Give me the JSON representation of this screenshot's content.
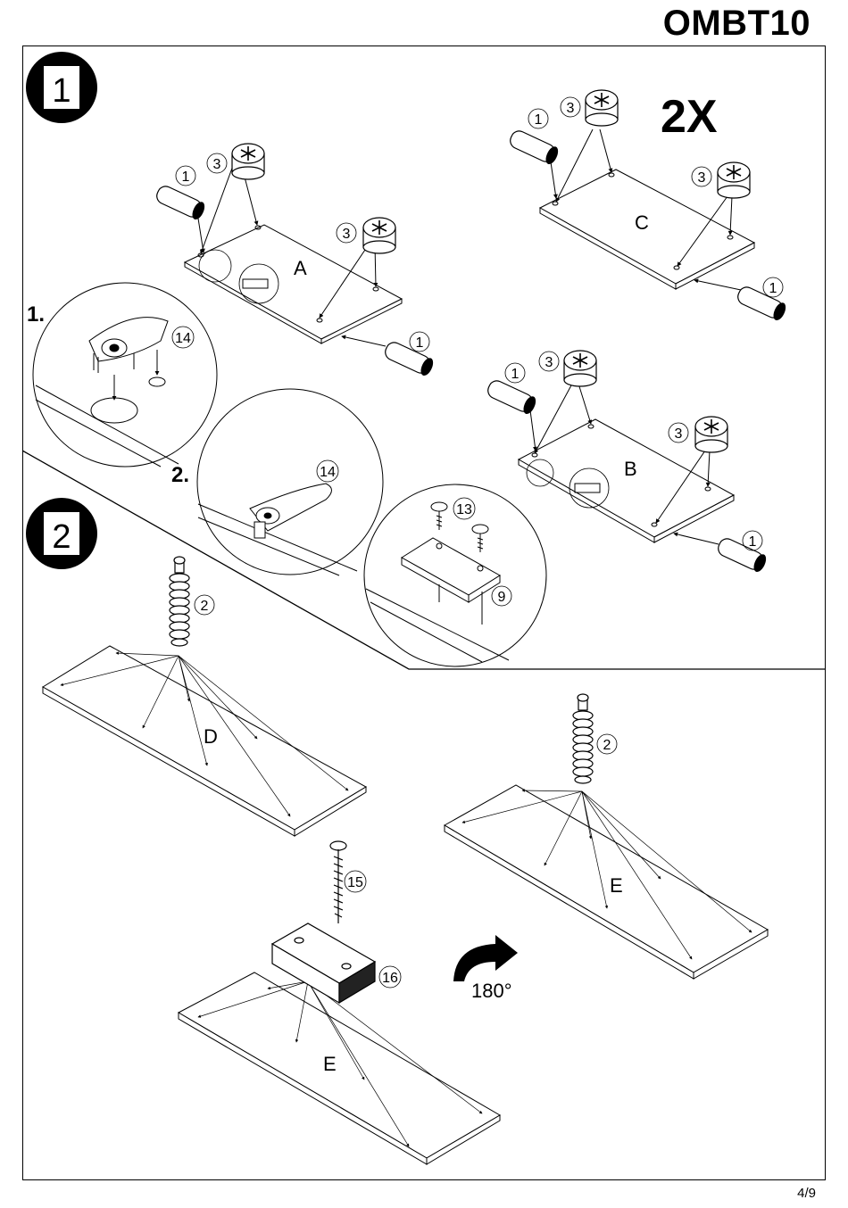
{
  "header": {
    "model_code": "OMBT10"
  },
  "steps": [
    {
      "number": "1",
      "multiplier": "2X",
      "substeps": [
        "1.",
        "2."
      ]
    },
    {
      "number": "2",
      "rotation": "180°"
    }
  ],
  "panels": {
    "a": "A",
    "b": "B",
    "c": "C",
    "d": "D",
    "e1": "E",
    "e2": "E"
  },
  "part_numbers": {
    "cam_dowel": "1",
    "cam_bolt": "2",
    "cam_lock": "3",
    "screw_small": "13",
    "plate": "9",
    "bracket": "14",
    "wood_screw": "15",
    "foot_block": "16"
  },
  "footer": {
    "page": "4/9"
  }
}
